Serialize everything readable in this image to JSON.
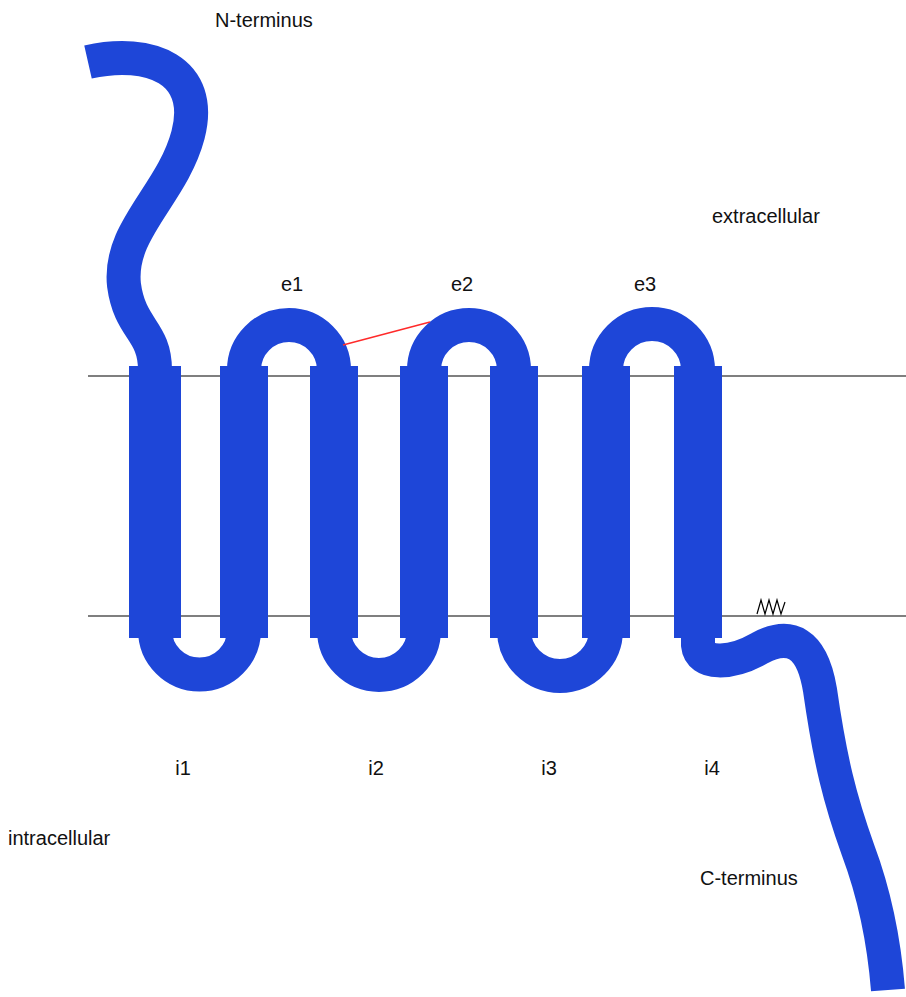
{
  "diagram": {
    "labels": [
      "N-terminus",
      "extracellular",
      "e1",
      "e2",
      "e3",
      "i1",
      "i2",
      "i3",
      "i4",
      "intracellular",
      "C-terminus"
    ]
  }
}
